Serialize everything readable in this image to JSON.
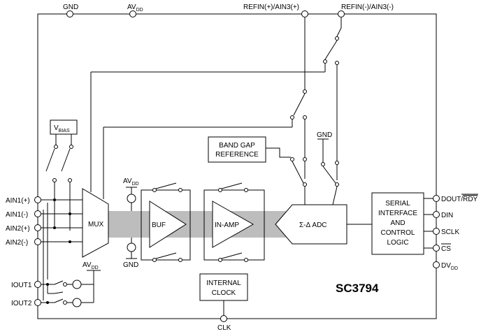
{
  "pins": {
    "gnd_top": "GND",
    "avdd_top": "AV",
    "avdd_top_sub": "DD",
    "refin_pos": "REFIN(+)/AIN3(+)",
    "refin_neg": "REFIN(-)/AIN3(-)",
    "ain1_pos": "AIN1(+)",
    "ain1_neg": "AIN1(-)",
    "ain2_pos": "AIN2(+)",
    "ain2_neg": "AIN2(-)",
    "iout1": "IOUT1",
    "iout2": "IOUT2",
    "clk": "CLK",
    "dout": "DOUT/",
    "dout_bar": "RDY",
    "din": "DIN",
    "sclk": "SCLK",
    "cs": "CS",
    "dvdd": "DV",
    "dvdd_sub": "DD"
  },
  "blocks": {
    "vbias": "V",
    "vbias_sub": "BIAS",
    "mux": "MUX",
    "buf": "BUF",
    "inamp": "IN-AMP",
    "adc": "Σ-Δ ADC",
    "bandgap_1": "BAND GAP",
    "bandgap_2": "REFERENCE",
    "serial_1": "SERIAL",
    "serial_2": "INTERFACE",
    "serial_3": "AND",
    "serial_4": "CONTROL",
    "serial_5": "LOGIC",
    "clock_1": "INTERNAL",
    "clock_2": "CLOCK"
  },
  "supplies": {
    "avdd": "AV",
    "avdd_sub": "DD",
    "gnd": "GND"
  },
  "part_number": "SC3794"
}
